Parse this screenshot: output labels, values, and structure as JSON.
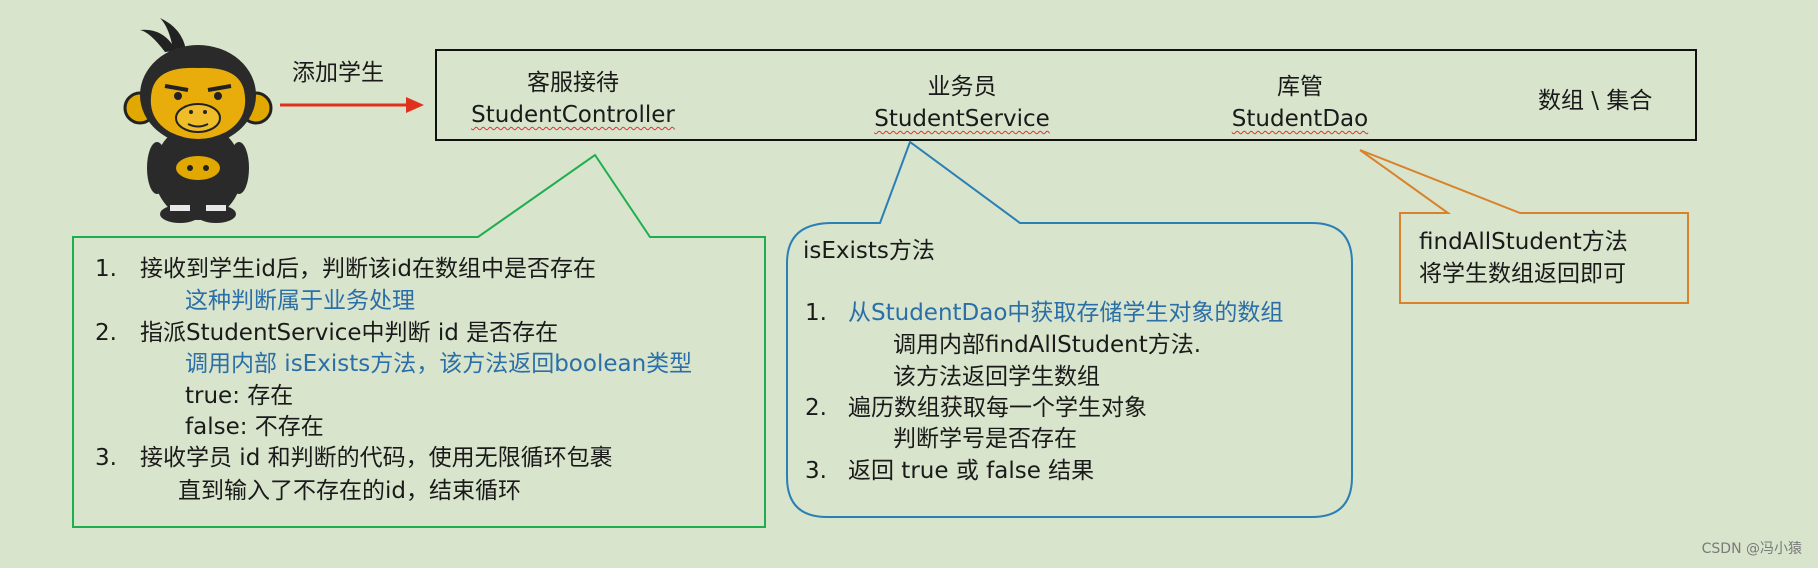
{
  "arrow_label": "添加学生",
  "top_bar": {
    "controller": {
      "role": "客服接待",
      "name": "StudentController"
    },
    "service": {
      "role": "业务员",
      "name": "StudentService"
    },
    "dao": {
      "role": "库管",
      "name": "StudentDao"
    },
    "storage": "数组 \\ 集合"
  },
  "controller_box": {
    "items": [
      {
        "num": "1.",
        "text": "接收到学生id后，判断该id在数组中是否存在",
        "sub": "这种判断属于业务处理"
      },
      {
        "num": "2.",
        "text": "指派StudentService中判断 id 是否存在",
        "sub": "调用内部 isExists方法，该方法返回boolean类型",
        "sub2": "true: 存在",
        "sub3": "false: 不存在"
      },
      {
        "num": "3.",
        "text": "接收学员 id 和判断的代码，使用无限循环包裹",
        "sub": "直到输入了不存在的id，结束循环"
      }
    ]
  },
  "service_box": {
    "title": "isExists方法",
    "items": [
      {
        "num": "1.",
        "text": "从StudentDao中获取存储学生对象的数组",
        "sub": "调用内部findAllStudent方法.",
        "sub2": "该方法返回学生数组"
      },
      {
        "num": "2.",
        "text": "遍历数组获取每一个学生对象",
        "sub": "判断学号是否存在"
      },
      {
        "num": "3.",
        "text": "返回 true 或 false 结果"
      }
    ]
  },
  "dao_box": {
    "line1": "findAllStudent方法",
    "line2": "将学生数组返回即可"
  },
  "watermark": "CSDN @冯小猿",
  "colors": {
    "background": "#d8e4cc",
    "arrow": "#e0301e",
    "controller_border": "#1fae4e",
    "service_border": "#2a7fb5",
    "dao_border": "#d9822b",
    "accent_text": "#2b6fa8"
  }
}
